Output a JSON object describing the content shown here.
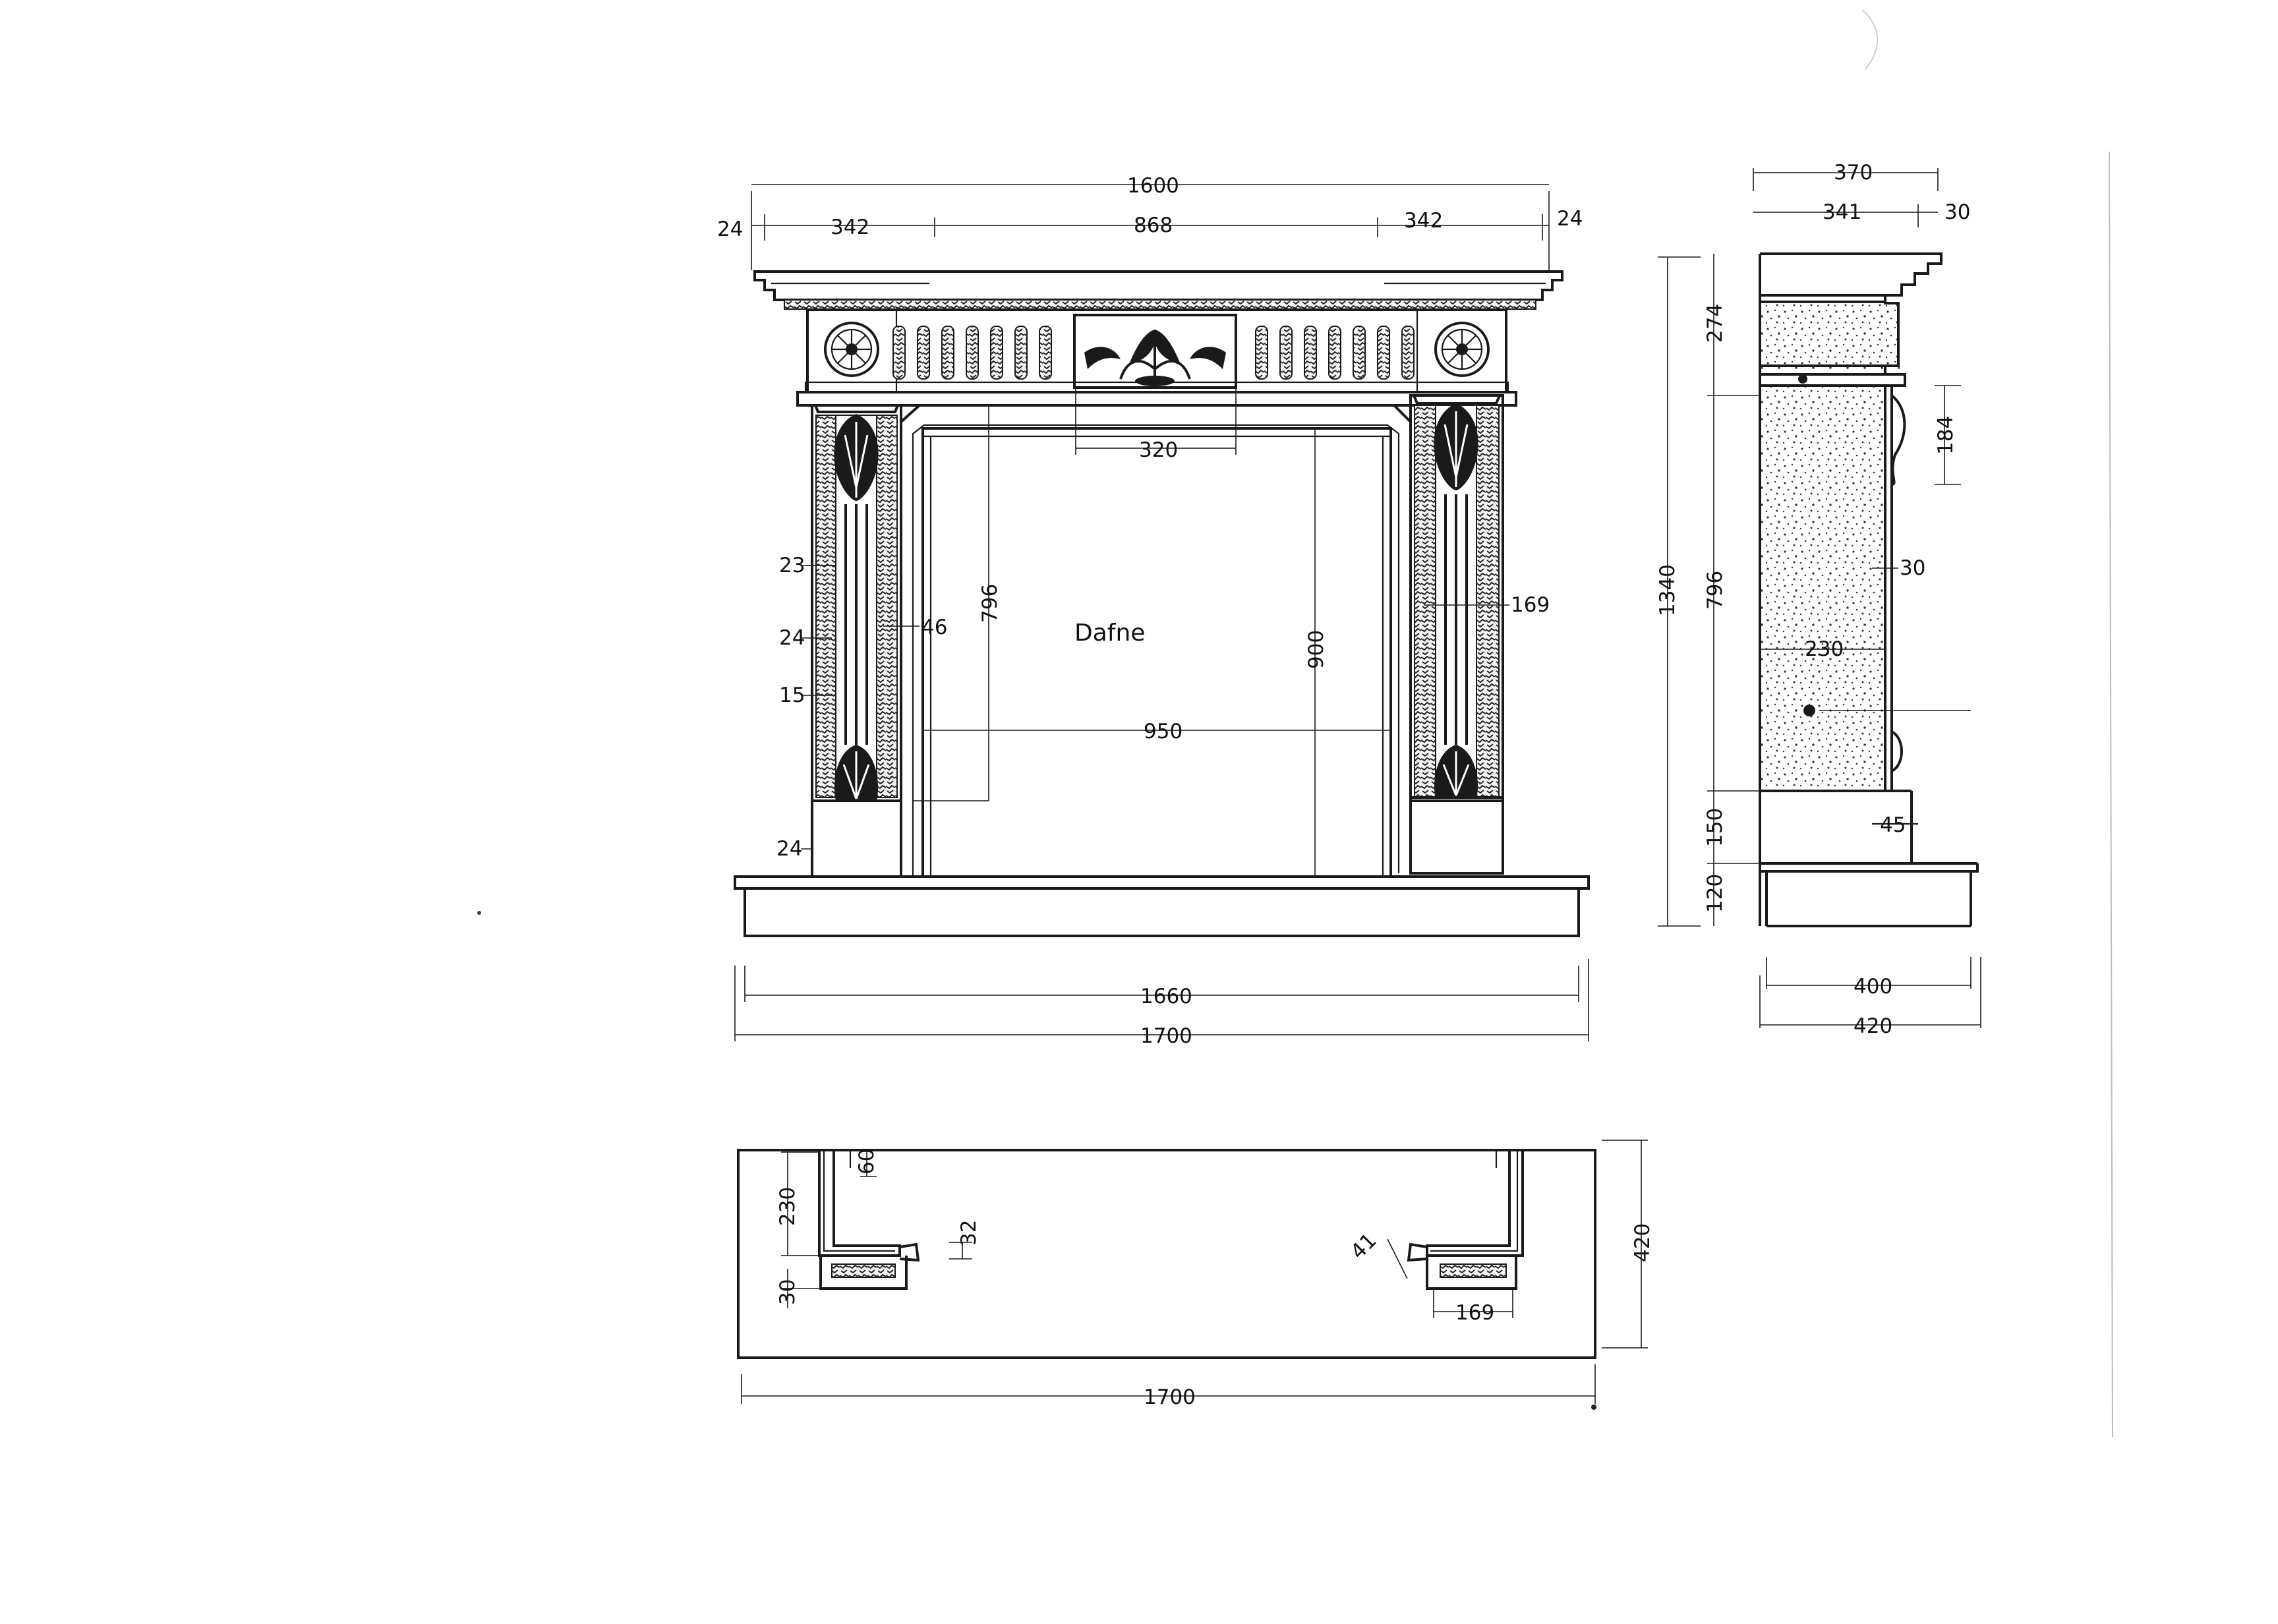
{
  "title": "Dafne",
  "front_view": {
    "top_overall": "1600",
    "top_left_overhang": "24",
    "top_right_overhang": "24",
    "top_left_block": "342",
    "top_center": "868",
    "top_right_block": "342",
    "center_tablet": "320",
    "opening_height": "796",
    "overall_height_inner": "900",
    "opening_width": "950",
    "leg_w1": "23",
    "leg_w2": "24",
    "leg_w3": "46",
    "leg_w4": "15",
    "plinth": "24",
    "leg_width": "169",
    "hearth_inner": "1660",
    "hearth_outer": "1700"
  },
  "side_view": {
    "top_depth": "370",
    "depth_a": "341",
    "depth_b": "30",
    "total_height": "1340",
    "frieze_height": "274",
    "leg_height": "796",
    "plinth_height": "150",
    "hearth_height": "120",
    "bracket_height": "184",
    "leg_front": "30",
    "leg_depth": "230",
    "base_step": "45",
    "bottom_depth_inner": "400",
    "bottom_depth_outer": "420"
  },
  "plan_view": {
    "return_depth": "230",
    "front_depth": "30",
    "inner_step": "60",
    "face_step": "32",
    "angle_label": "41",
    "leg_width": "169",
    "total_depth": "420",
    "total_width": "1700"
  }
}
